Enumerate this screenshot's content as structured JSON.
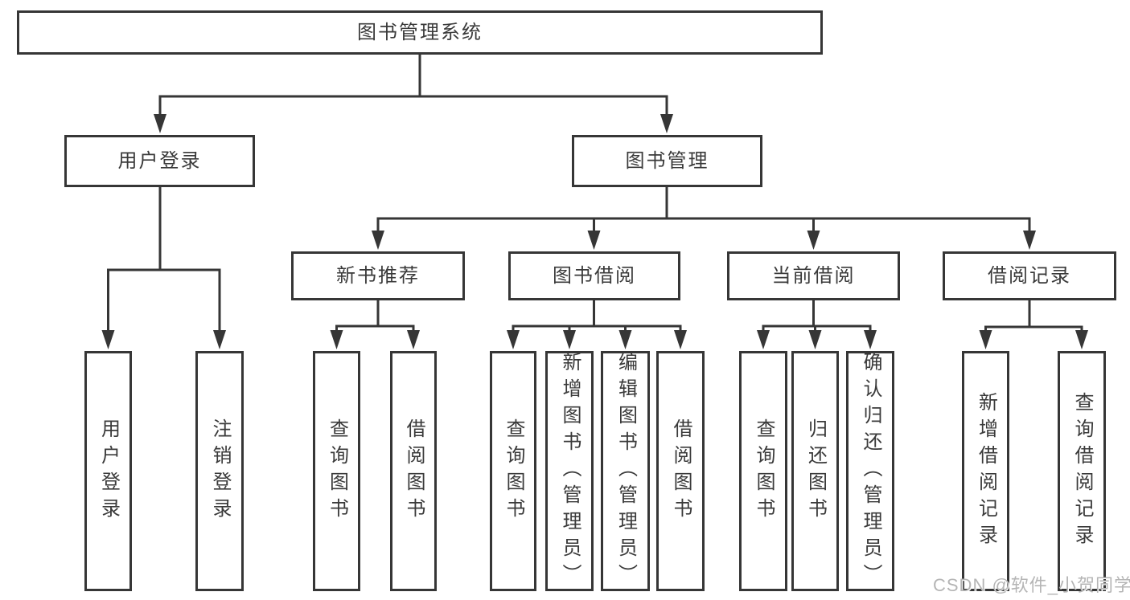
{
  "diagram_title": "图书管理系统",
  "colors": {
    "line": "#363636",
    "border": "#363636",
    "text": "#3a3a3a",
    "watermark": "#b5b5b5",
    "background": "#ffffff"
  },
  "tree": {
    "root": {
      "label": "图书管理系统"
    },
    "login_branch": {
      "label": "用户登录",
      "children": [
        {
          "label": "用户登录"
        },
        {
          "label": "注销登录"
        }
      ]
    },
    "management_branch": {
      "label": "图书管理",
      "sections": [
        {
          "label": "新书推荐",
          "children": [
            {
              "label": "查询图书"
            },
            {
              "label": "借阅图书"
            }
          ]
        },
        {
          "label": "图书借阅",
          "children": [
            {
              "label": "查询图书"
            },
            {
              "label": "新增图书（管理员）"
            },
            {
              "label": "编辑图书（管理员）"
            },
            {
              "label": "借阅图书"
            }
          ]
        },
        {
          "label": "当前借阅",
          "children": [
            {
              "label": "查询图书"
            },
            {
              "label": "归还图书"
            },
            {
              "label": "确认归还（管理员）"
            }
          ]
        },
        {
          "label": "借阅记录",
          "children": [
            {
              "label": "新增借阅记录"
            },
            {
              "label": "查询借阅记录"
            }
          ]
        }
      ]
    }
  },
  "watermark": {
    "text": "CSDN @软件_小贺同学"
  }
}
